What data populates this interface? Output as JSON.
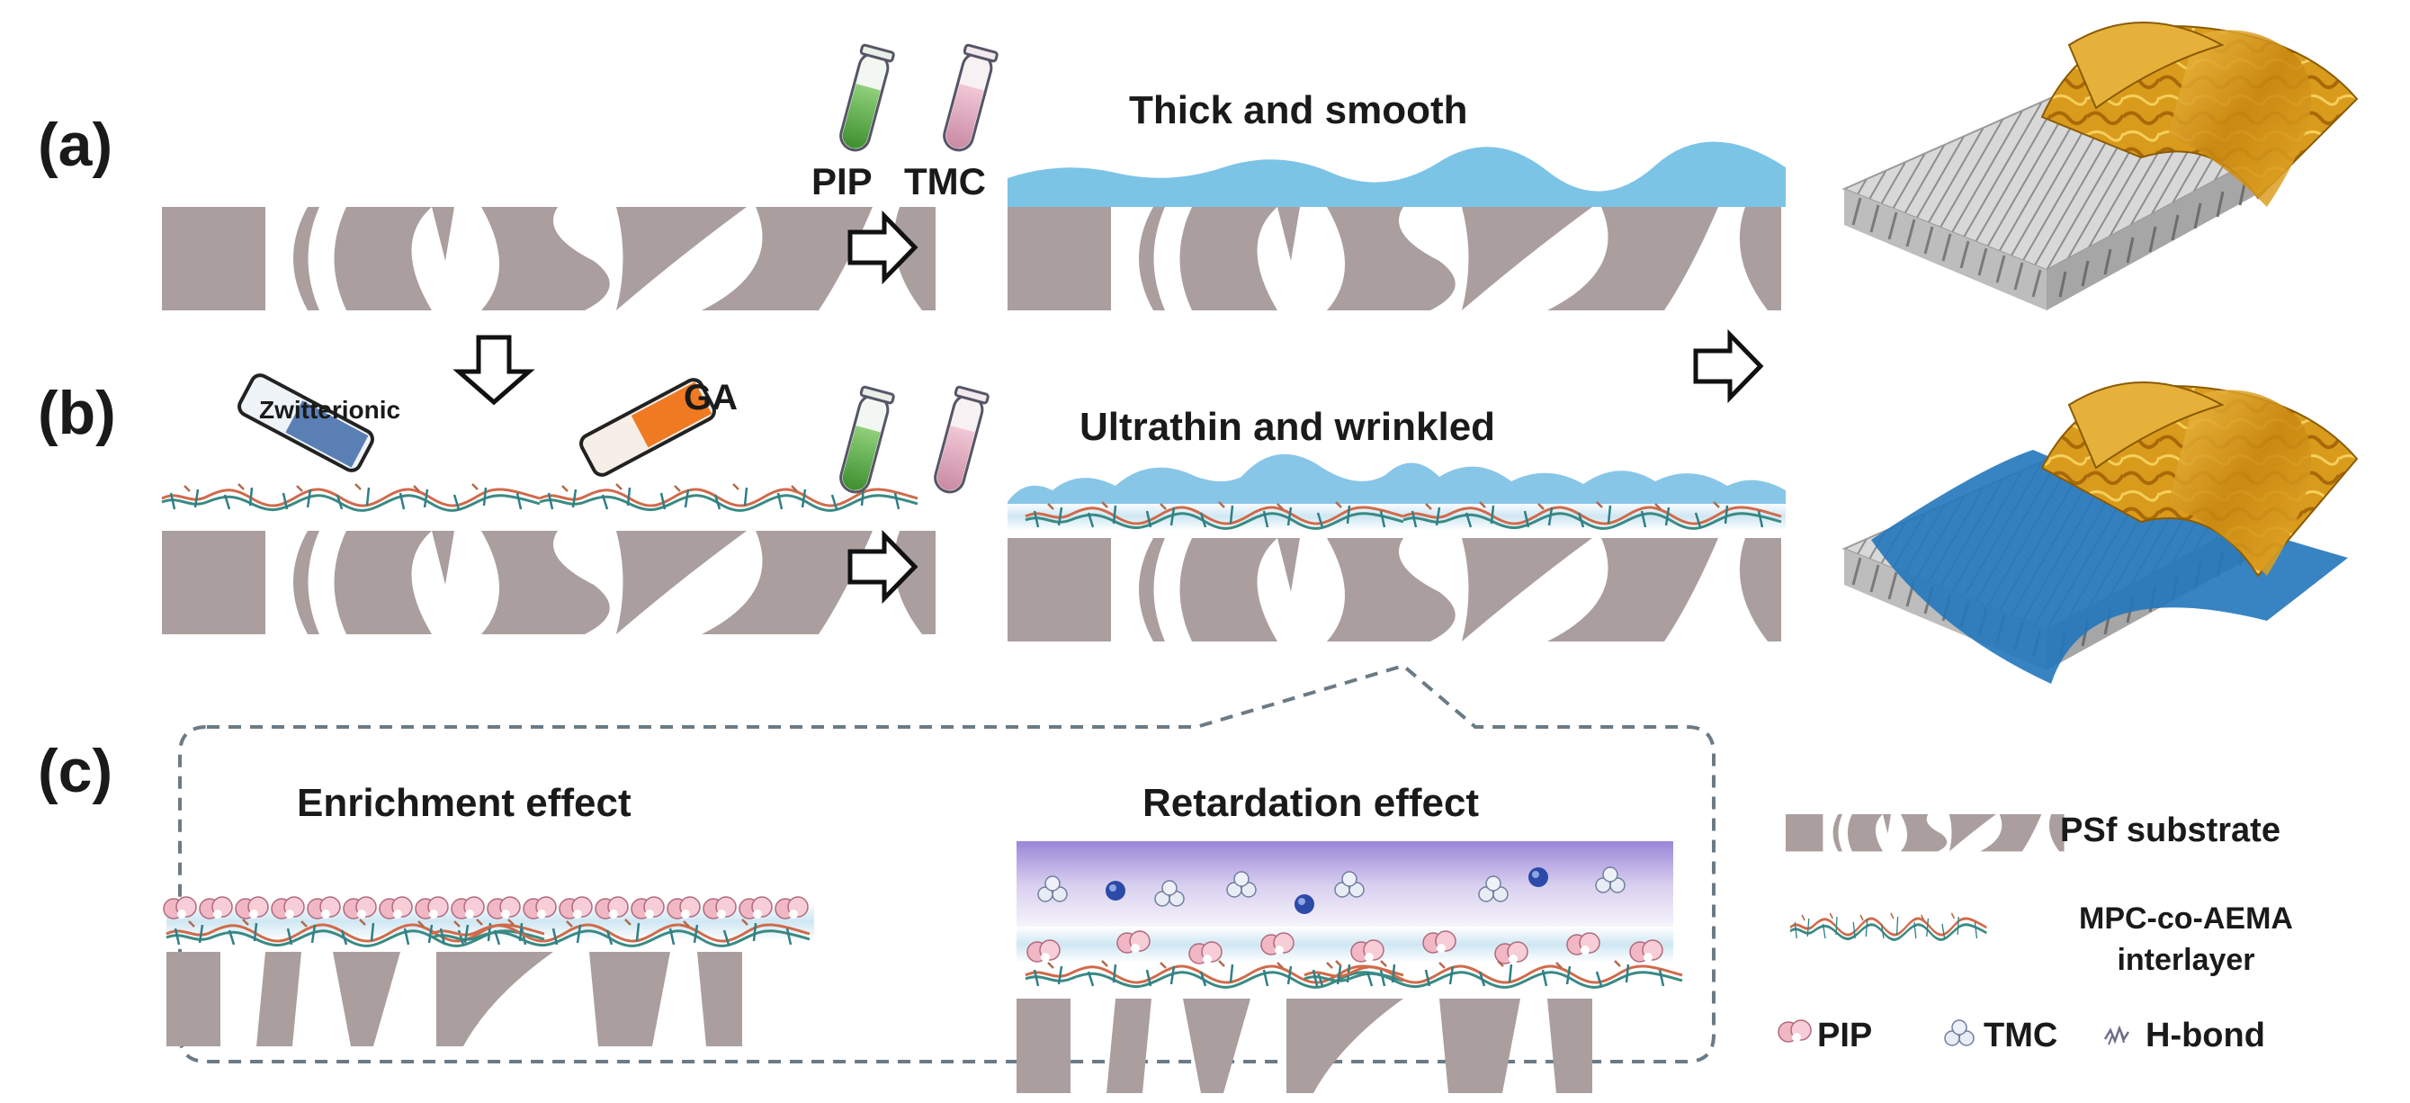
{
  "panels": {
    "a": "(a)",
    "b": "(b)",
    "c": "(c)"
  },
  "headings": {
    "thick": "Thick and smooth",
    "ultra": "Ultrathin and wrinkled",
    "enrich": "Enrichment effect",
    "retard": "Retardation effect"
  },
  "reagents": {
    "pip": "PIP",
    "tmc": "TMC",
    "zwit": "Zwitterionic",
    "ga": "GA"
  },
  "legend": {
    "psf": "PSf substrate",
    "mpc1": "MPC-co-AEMA",
    "mpc2": "interlayer",
    "pip": "PIP",
    "tmc": "TMC",
    "hbond": "H-bond"
  },
  "colors": {
    "substrate": "#aa9f9e",
    "thick_layer": "#7cc4e6",
    "wrinkled_layer": "#88c6e8",
    "pip_tube": "#5fae4b",
    "tmc_tube": "#d9a3b8",
    "zwit_tube": "#5a7fb5",
    "ga_tube": "#f07a22",
    "membrane_gold": "#d9a020",
    "membrane_blue": "#2277bb",
    "purple_phase": "#a992df"
  },
  "icons": [
    "arrow-right-icon",
    "arrow-down-icon",
    "test-tube-icon",
    "pip-molecule-icon",
    "tmc-molecule-icon",
    "hbond-icon",
    "membrane-roll-icon"
  ]
}
